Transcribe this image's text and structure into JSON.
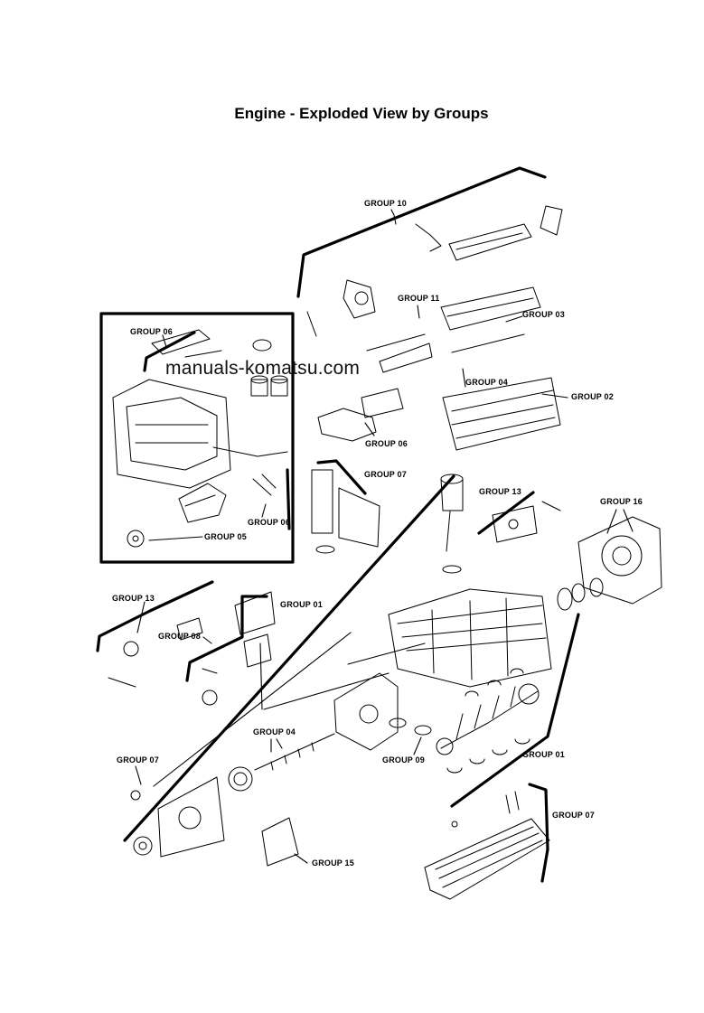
{
  "title": "Engine - Exploded View by Groups",
  "watermark": "manuals-komatsu.com",
  "labels": {
    "g10": "GROUP 10",
    "g11": "GROUP 11",
    "g03": "GROUP 03",
    "g04a": "GROUP 04",
    "g02": "GROUP 02",
    "g06a": "GROUP 06",
    "g06b": "GROUP 06",
    "g06c": "GROUP 06",
    "g05": "GROUP 05",
    "g07a": "GROUP 07",
    "g13a": "GROUP 13",
    "g16": "GROUP 16",
    "g01a": "GROUP 01",
    "g13b": "GROUP 13",
    "g08": "GROUP 08",
    "g04b": "GROUP 04",
    "g09": "GROUP 09",
    "g01b": "GROUP 01",
    "g07b": "GROUP 07",
    "g07c": "GROUP 07",
    "g15": "GROUP 15"
  }
}
